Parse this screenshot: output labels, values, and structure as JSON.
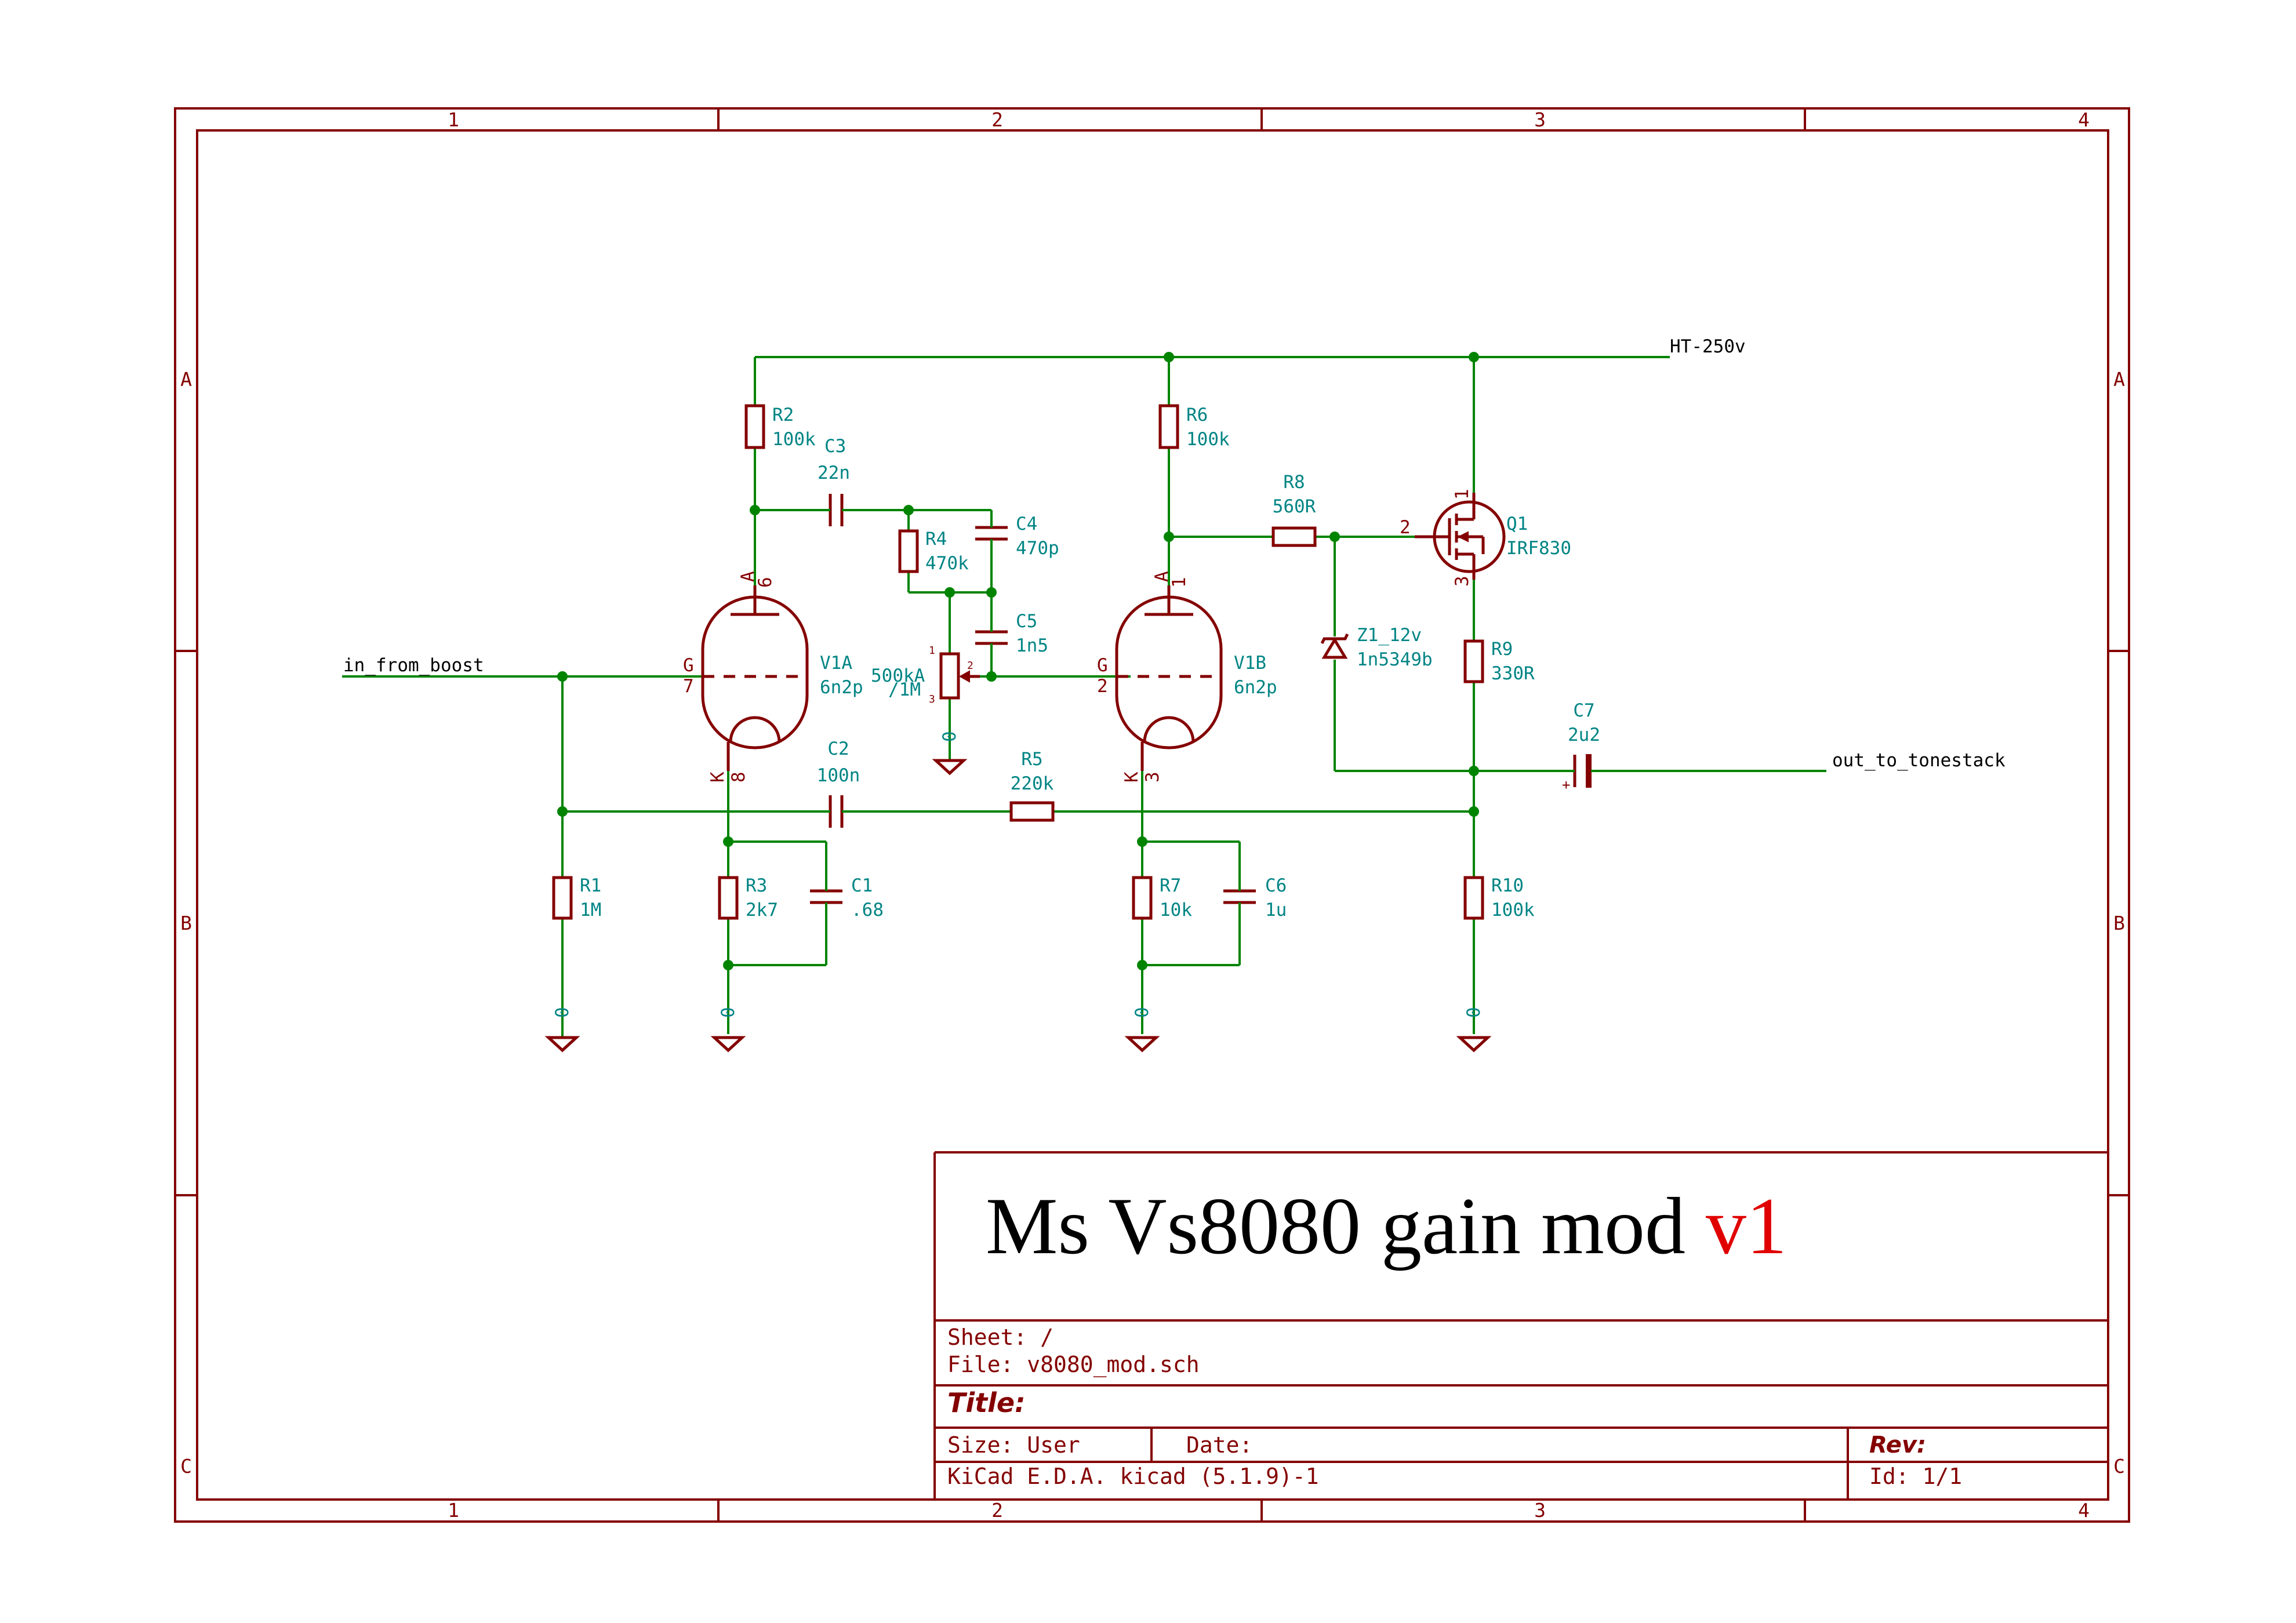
{
  "title_block": {
    "big_title_main": "Ms Vs8080 gain mod ",
    "big_title_version": "v1",
    "sheet": "Sheet: /",
    "file": "File: v8080_mod.sch",
    "title_label": "Title:",
    "size": "Size: User",
    "date": "Date:",
    "rev": "Rev:",
    "tool": "KiCad E.D.A.  kicad (5.1.9)-1",
    "id": "Id: 1/1"
  },
  "frame": {
    "columns": [
      "1",
      "2",
      "3",
      "4"
    ],
    "rows": [
      "A",
      "B",
      "C"
    ]
  },
  "nets": {
    "input": "in_from_boost",
    "output": "out_to_tonestack",
    "supply": "HT-250v"
  },
  "components": {
    "R1": {
      "ref": "R1",
      "value": "1M"
    },
    "R2": {
      "ref": "R2",
      "value": "100k"
    },
    "R3": {
      "ref": "R3",
      "value": "2k7"
    },
    "R4": {
      "ref": "R4",
      "value": "470k"
    },
    "R5": {
      "ref": "R5",
      "value": "220k"
    },
    "R6": {
      "ref": "R6",
      "value": "100k"
    },
    "R7": {
      "ref": "R7",
      "value": "10k"
    },
    "R8": {
      "ref": "R8",
      "value": "560R"
    },
    "R9": {
      "ref": "R9",
      "value": "330R"
    },
    "R10": {
      "ref": "R10",
      "value": "100k"
    },
    "C1": {
      "ref": "C1",
      "value": ".68"
    },
    "C2": {
      "ref": "C2",
      "value": "100n"
    },
    "C3": {
      "ref": "C3",
      "value": "22n"
    },
    "C4": {
      "ref": "C4",
      "value": "470p"
    },
    "C5": {
      "ref": "C5",
      "value": "1n5"
    },
    "C6": {
      "ref": "C6",
      "value": "1u"
    },
    "C7": {
      "ref": "C7",
      "value": "2u2"
    },
    "V1A": {
      "ref": "V1A",
      "value": "6n2p"
    },
    "V1B": {
      "ref": "V1B",
      "value": "6n2p"
    },
    "Q1": {
      "ref": "Q1",
      "value": "IRF830"
    },
    "Z1": {
      "ref": "Z1_12v",
      "value": "1n5349b"
    },
    "POT": {
      "value": "500kA",
      "value2": "/1M"
    }
  },
  "pins": {
    "v1a_anode": "A",
    "v1a_anode_num": "6",
    "v1a_grid": "G",
    "v1a_grid_num": "7",
    "v1a_cathode": "K",
    "v1a_cathode_num": "8",
    "v1b_anode": "A",
    "v1b_anode_num": "1",
    "v1b_grid": "G",
    "v1b_grid_num": "2",
    "v1b_cathode": "K",
    "v1b_cathode_num": "3",
    "q1_drain": "1",
    "q1_gate": "2",
    "q1_source": "3",
    "pot_1": "1",
    "pot_2": "2",
    "pot_3": "3",
    "c7_plus": "+",
    "gnd_label": "0"
  },
  "colors": {
    "frame": "#840000",
    "wire": "#008400",
    "reference": "#008484",
    "title_text": "#000000",
    "version_text": "#e00000"
  }
}
